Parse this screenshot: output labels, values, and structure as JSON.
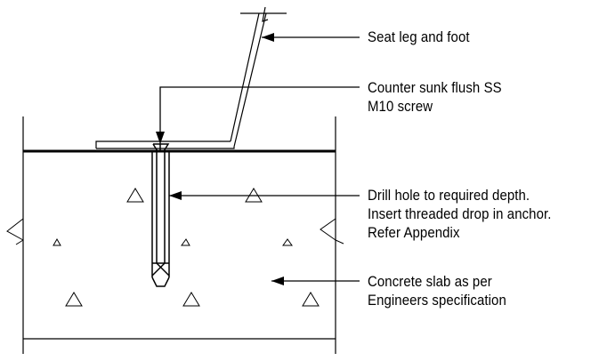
{
  "colors": {
    "line": "#000000",
    "background": "#ffffff"
  },
  "labels": {
    "seat_leg": {
      "line1": "Seat leg and foot"
    },
    "screw": {
      "line1": "Counter sunk flush SS",
      "line2": "M10 screw"
    },
    "drill": {
      "line1": "Drill hole to required depth.",
      "line2": "Insert threaded drop in anchor.",
      "line3": "Refer Appendix"
    },
    "slab": {
      "line1": "Concrete slab as per",
      "line2": "Engineers specification"
    }
  }
}
